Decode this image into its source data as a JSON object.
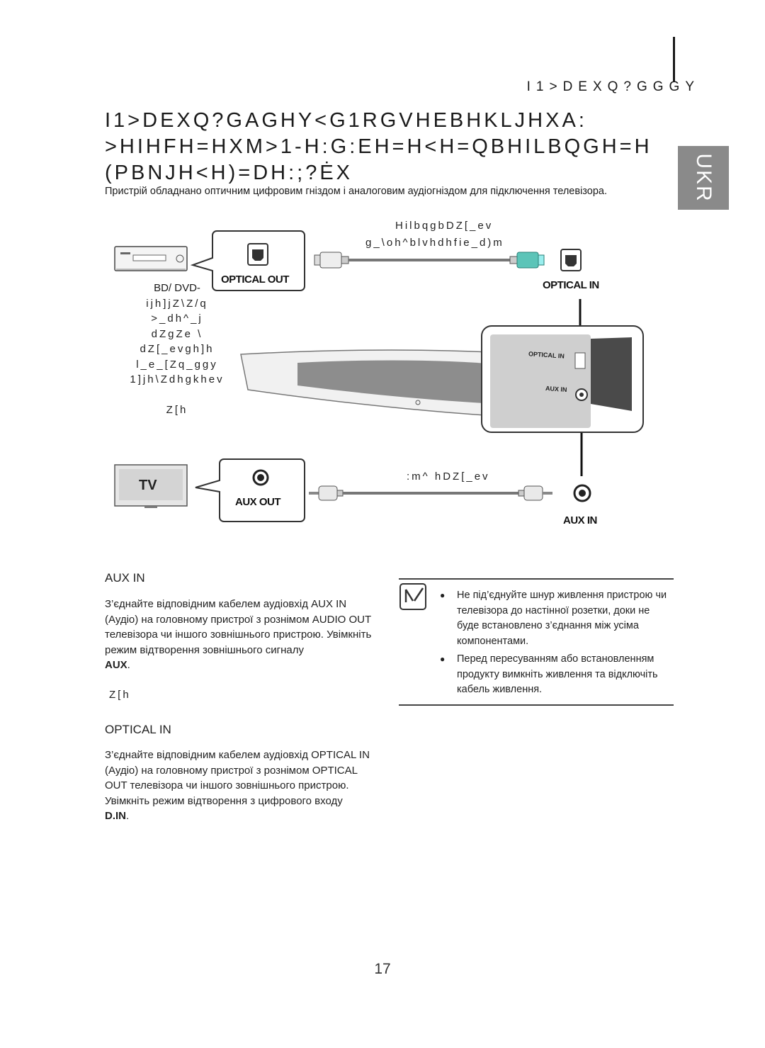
{
  "header": {
    "section": "I1>DEXQ?GGGY"
  },
  "ukr_tab": "UKR",
  "title": {
    "line1": "I1>DEXQ?GAGHY<G1RGVHEBHKLJHXA:",
    "line2": ">HIHFH=HXM>1-H:G:EH=H<H=QBHILBQGH=H",
    "line3": "(PBNJH<H)=DH:;?ĖX"
  },
  "intro": "Пристрій обладнано оптичним цифровим гніздом і аналоговим аудіогніздом для підключення телевізора.",
  "diagram": {
    "optical_cable_label1": "HilbqgbDZ[_ev",
    "optical_cable_label2": "g_\\oh^blvhdhfie_d)m",
    "optical_out": "OPTICAL OUT",
    "optical_in_top": "OPTICAL IN",
    "bd_dvd": "BD/ DVD-",
    "device_lines": [
      "ijh]jZ\\Z/q",
      ">_dh^_j",
      "dZgZe \\",
      "dZ[_evgh]h",
      "l_e_[Zq_ggy",
      "1]jh\\Zdhgkhev",
      "",
      "Z[h"
    ],
    "panel_optical_in": "OPTICAL IN",
    "panel_aux_in": "AUX IN",
    "tv": "TV",
    "aux_out": "AUX OUT",
    "aux_cable_label": ":m^ hDZ[_ev",
    "aux_in_bottom": "AUX IN"
  },
  "aux_section": {
    "title": "AUX IN",
    "text": "З’єднайте відповідним кабелем аудіовхід AUX IN (Аудіо) на головному пристрої з рознімом AUDIO OUT телевізора чи іншого зовнішнього пристрою. Увімкніть режим відтворення зовнішнього сигналу",
    "mode": "AUX",
    "or": "Z[h"
  },
  "optical_section": {
    "title": "OPTICAL IN",
    "text1": "З’єднайте відповідним кабелем аудіовхід OPTICAL IN (Аудіо) на головному пристрої з рознімом OPTICAL OUT телевізора чи іншого зовнішнього пристрою.",
    "text2": "Увімкніть режим відтворення з цифрового входу",
    "mode": "D.IN"
  },
  "notes": [
    "Не під’єднуйте шнур живлення пристрою чи телевізора до настінної розетки, доки не буде встановлено з’єднання між усіма компонентами.",
    "Перед пересуванням або встановленням продукту вимкніть живлення та відключіть кабель живлення."
  ],
  "page_number": "17"
}
